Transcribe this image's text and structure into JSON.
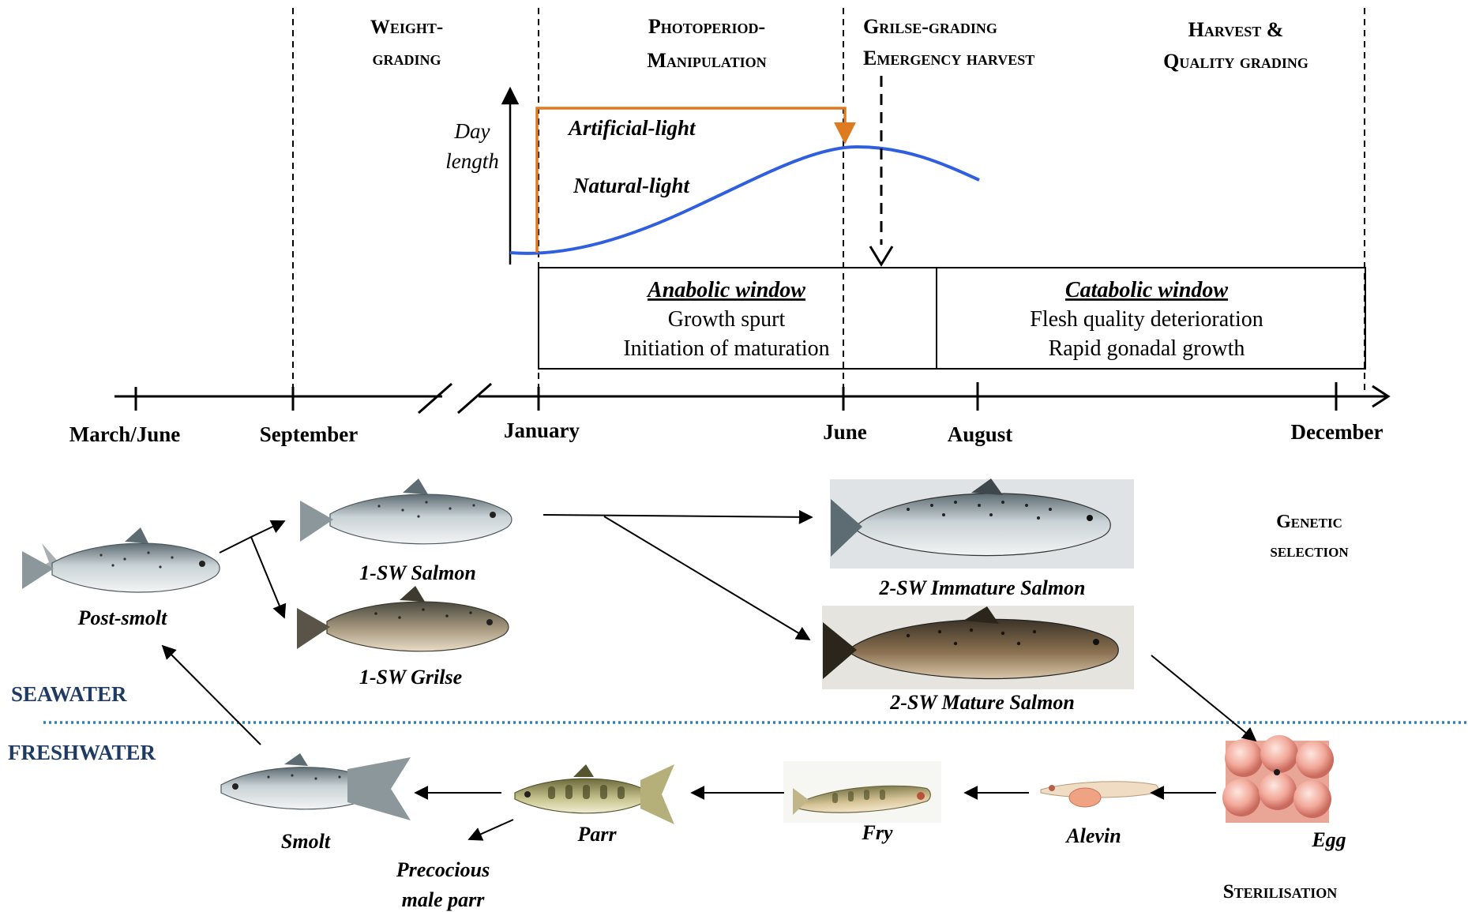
{
  "phases": {
    "weight_grading": [
      "Weight-",
      "grading"
    ],
    "photoperiod": [
      "Photoperiod-",
      "Manipulation"
    ],
    "grilse": [
      "Grilse-grading",
      "Emergency harvest"
    ],
    "harvest": [
      "Harvest &",
      "Quality grading"
    ]
  },
  "daylength": {
    "axis_label": [
      "Day",
      "length"
    ],
    "artificial_label": "Artificial-light",
    "natural_label": "Natural-light",
    "colors": {
      "artificial": "#e07a1f",
      "natural": "#2f5fe0"
    }
  },
  "windows": {
    "anabolic": {
      "title": "Anabolic window",
      "lines": [
        "Growth spurt",
        "Initiation of maturation"
      ]
    },
    "catabolic": {
      "title": "Catabolic window",
      "lines": [
        "Flesh quality deterioration",
        "Rapid gonadal growth"
      ]
    }
  },
  "timeline": {
    "months": [
      "March/June",
      "September",
      "January",
      "June",
      "August",
      "December"
    ]
  },
  "fish": {
    "post_smolt": "Post-smolt",
    "sw1_salmon": "1-SW Salmon",
    "sw1_grilse": "1-SW Grilse",
    "sw2_immature": "2-SW Immature Salmon",
    "sw2_mature": "2-SW Mature Salmon",
    "smolt": "Smolt",
    "parr": "Parr",
    "precocious": [
      "Precocious",
      "male parr"
    ],
    "fry": "Fry",
    "alevin": "Alevin",
    "egg": "Egg"
  },
  "side_labels": {
    "genetic": [
      "Genetic",
      "selection"
    ],
    "sterilisation": "Sterilisation"
  },
  "zones": {
    "seawater": "SEAWATER",
    "freshwater": "FRESHWATER",
    "zone_color": "#1f3a63",
    "divider_color": "#2a7fc1"
  }
}
